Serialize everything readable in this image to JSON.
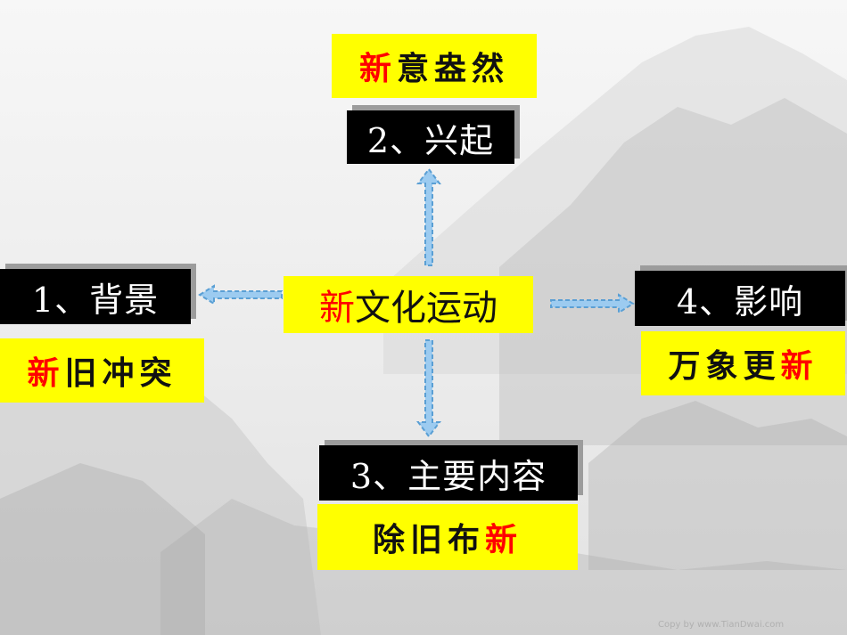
{
  "center": {
    "first_char": "新",
    "rest": "文化运动"
  },
  "nodes": {
    "background": {
      "heading": "1、背景",
      "detail_first": "新",
      "detail_rest": "旧冲突"
    },
    "rise": {
      "heading": "2、兴起",
      "detail_first": "新",
      "detail_rest": "意盎然"
    },
    "content": {
      "heading": "3、主要内容",
      "detail_before": "除旧布",
      "detail_last": "新"
    },
    "impact": {
      "heading": "4、影响",
      "detail_before": "万象更",
      "detail_last": "新"
    }
  },
  "watermark": "Copy by www.TianDwai.com",
  "colors": {
    "highlight": "#ffff00",
    "accent": "#ff0000",
    "heading_bg": "#000000",
    "arrow": "#7fb8e6"
  }
}
